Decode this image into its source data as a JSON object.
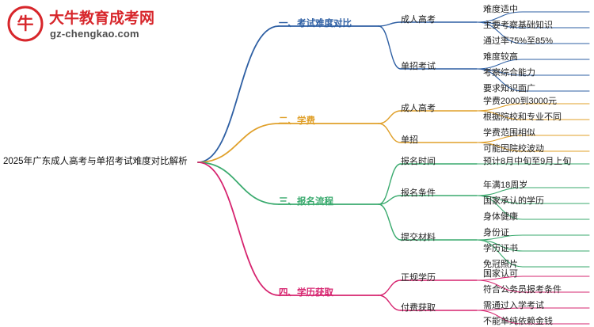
{
  "logo": {
    "brand_cn": "大牛教育成考网",
    "brand_url": "gz-chengkao.com",
    "mark_char": "牛",
    "mark_color": "#d7262b",
    "sub_color": "#4d4d4d"
  },
  "mindmap": {
    "root": "2025年广东成人高考与单招考试难度对比解析",
    "branches": [
      {
        "label": "一、考试难度对比",
        "color": "#2e5fa3",
        "children": [
          {
            "label": "成人高考",
            "leaves": [
              "难度适中",
              "主要考察基础知识",
              "通过率75%至85%"
            ]
          },
          {
            "label": "单招考试",
            "leaves": [
              "难度较高",
              "考察综合能力",
              "要求知识面广"
            ]
          }
        ]
      },
      {
        "label": "二、学费",
        "color": "#e0a02a",
        "children": [
          {
            "label": "成人高考",
            "leaves": [
              "学费2000到3000元",
              "根据院校和专业不同"
            ]
          },
          {
            "label": "单招",
            "leaves": [
              "学费范围相似",
              "可能因院校波动"
            ]
          }
        ]
      },
      {
        "label": "三、报名流程",
        "color": "#3aaa6e",
        "children": [
          {
            "label": "报名时间",
            "leaves": [
              "预计8月中旬至9月上旬"
            ]
          },
          {
            "label": "报名条件",
            "leaves": [
              "年满18周岁",
              "国家承认的学历",
              "身体健康"
            ]
          },
          {
            "label": "提交材料",
            "leaves": [
              "身份证",
              "学历证书",
              "免冠照片"
            ]
          }
        ]
      },
      {
        "label": "四、学历获取",
        "color": "#d6246f",
        "children": [
          {
            "label": "正规学历",
            "leaves": [
              "国家认可",
              "符合公务员报考条件"
            ]
          },
          {
            "label": "付费获取",
            "leaves": [
              "需通过入学考试",
              "不能单纯依赖金钱"
            ]
          }
        ]
      }
    ]
  }
}
